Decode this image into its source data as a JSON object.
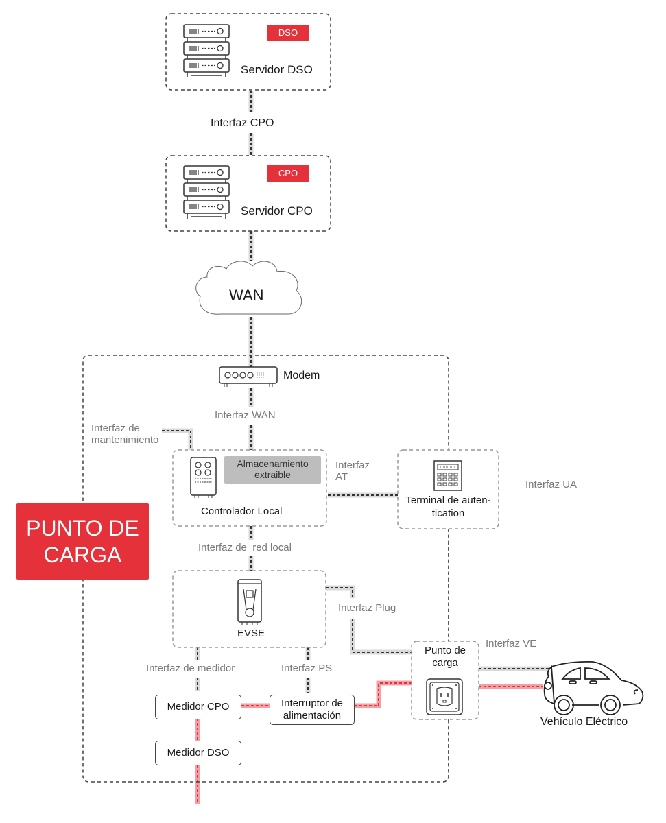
{
  "colors": {
    "accent_red": "#e5323a",
    "power_line": "#f2a0a6",
    "data_line_bg": "#d9d9d9",
    "storage_grey": "#bdbdbd"
  },
  "servers": {
    "dso": {
      "badge": "DSO",
      "label": "Servidor DSO",
      "icon": "server-rack-icon"
    },
    "cpo": {
      "badge": "CPO",
      "label": "Servidor CPO",
      "icon": "server-rack-icon"
    }
  },
  "interfaces": {
    "cpo": "Interfaz CPO",
    "wan": "Interfaz WAN",
    "maintenance": "Interfaz de\nmantenimiento",
    "maintenance_line1": "Interfaz de",
    "maintenance_line2": "mantenimiento",
    "at_line1": "Interfaz",
    "at_line2": "AT",
    "ua": "Interfaz UA",
    "local_network": "Interfaz de  red local",
    "plug": "Interfaz Plug",
    "ve": "Interfaz VE",
    "meter": "Interfaz de medidor",
    "ps": "Interfaz PS"
  },
  "cloud": {
    "label": "WAN",
    "icon": "cloud-icon"
  },
  "charging_station": {
    "title_line1": "PUNTO DE",
    "title_line2": "CARGA",
    "modem": {
      "label": "Modem",
      "icon": "modem-icon"
    },
    "local_controller": {
      "label": "Controlador Local",
      "storage_line1": "Almacenamiento",
      "storage_line2": "extraible",
      "icon": "controller-icon"
    },
    "auth_terminal": {
      "label_line1": "Terminal de auten-",
      "label_line2": "tication",
      "icon": "keypad-terminal-icon"
    },
    "evse": {
      "label": "EVSE",
      "icon": "ev-charger-icon"
    },
    "charge_point": {
      "label_line1": "Punto de",
      "label_line2": "carga",
      "icon": "socket-outlet-icon"
    },
    "meter_cpo": "Medidor CPO",
    "meter_dso": "Medidor DSO",
    "power_switch_line1": "Interruptor de",
    "power_switch_line2": "alimentación"
  },
  "vehicle": {
    "label": "Vehículo Eléctrico",
    "icon": "car-icon"
  }
}
